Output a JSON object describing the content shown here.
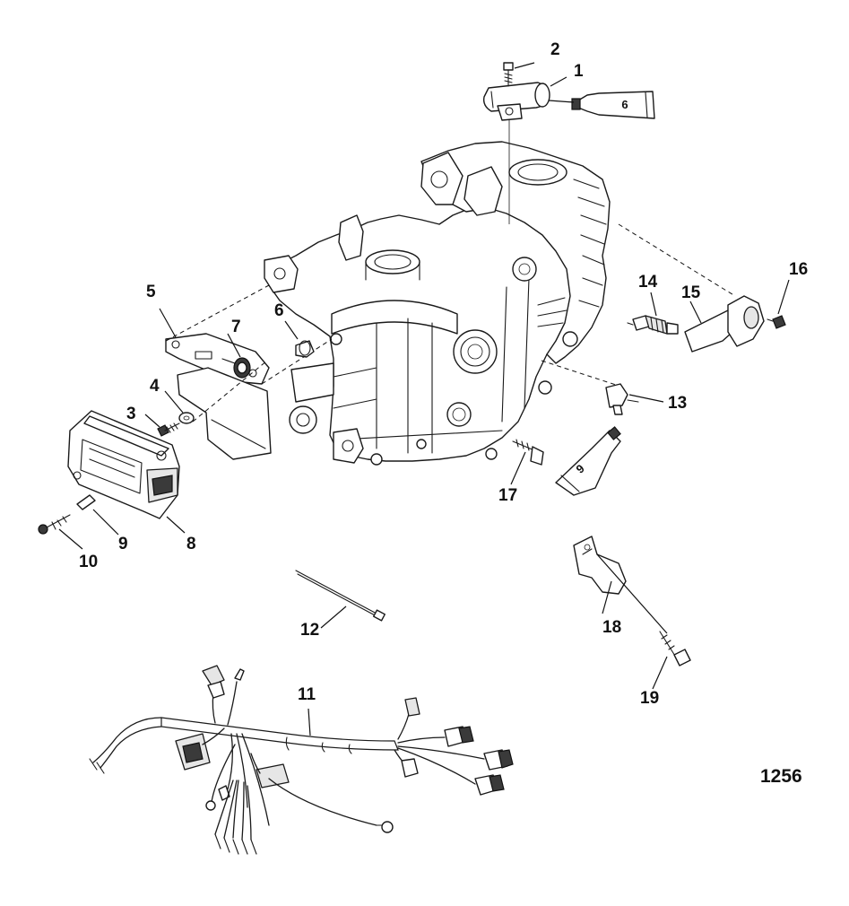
{
  "figure_number": "1256",
  "tube_labels": {
    "top_tube": "6",
    "lower_tube": "9"
  },
  "callouts": {
    "c1": "1",
    "c2": "2",
    "c3": "3",
    "c4": "4",
    "c5": "5",
    "c6": "6",
    "c7": "7",
    "c8": "8",
    "c9a": "9",
    "c10": "10",
    "c11": "11",
    "c12": "12",
    "c13": "13",
    "c14": "14",
    "c15": "15",
    "c16": "16",
    "c17": "17",
    "c18": "18",
    "c19": "19"
  },
  "parts": [
    {
      "callout": "1",
      "name": "sensor"
    },
    {
      "callout": "2",
      "name": "screw"
    },
    {
      "callout": "3",
      "name": "screw"
    },
    {
      "callout": "4",
      "name": "washer"
    },
    {
      "callout": "5",
      "name": "bracket-plate"
    },
    {
      "callout": "6",
      "name": "sealant-tube / grommet"
    },
    {
      "callout": "7",
      "name": "grommet"
    },
    {
      "callout": "8",
      "name": "ignition-module"
    },
    {
      "callout": "9",
      "name": "spacer / sealant-tube"
    },
    {
      "callout": "10",
      "name": "screw"
    },
    {
      "callout": "11",
      "name": "wiring-harness"
    },
    {
      "callout": "12",
      "name": "cable-tie"
    },
    {
      "callout": "13",
      "name": "temperature-sender"
    },
    {
      "callout": "14",
      "name": "spark-plug"
    },
    {
      "callout": "15",
      "name": "spark-plug-boot"
    },
    {
      "callout": "16",
      "name": "screw"
    },
    {
      "callout": "17",
      "name": "screw"
    },
    {
      "callout": "18",
      "name": "clamp"
    },
    {
      "callout": "19",
      "name": "screw"
    }
  ]
}
